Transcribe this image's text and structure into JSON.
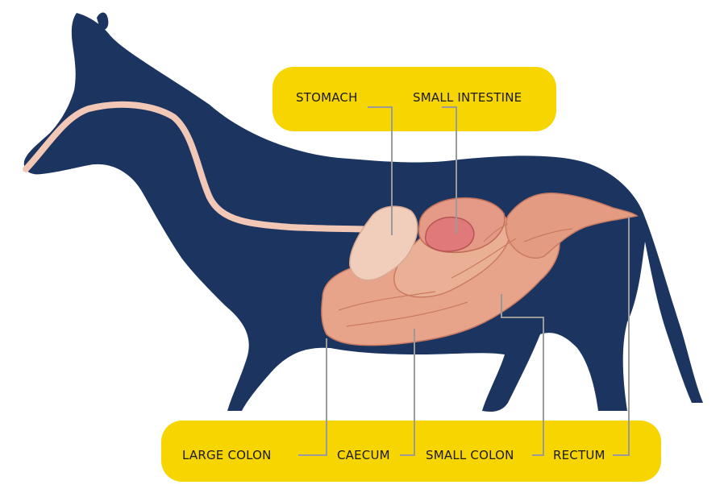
{
  "diagram": {
    "labels": {
      "stomach": "STOMACH",
      "small_intestine": "SMALL INTESTINE",
      "large_colon": "LARGE COLON",
      "caecum": "CAECUM",
      "small_colon": "SMALL COLON",
      "rectum": "RECTUM"
    },
    "colors": {
      "horse_silhouette": "#1b3560",
      "label_box": "#f7d500",
      "esophagus": "#f2c7b6",
      "organ_tissue": "#e8a48a",
      "stomach": "#f1cdbb",
      "small_intestine_highlight": "#e07a7a",
      "leader_line": "#9a9a9a"
    }
  }
}
